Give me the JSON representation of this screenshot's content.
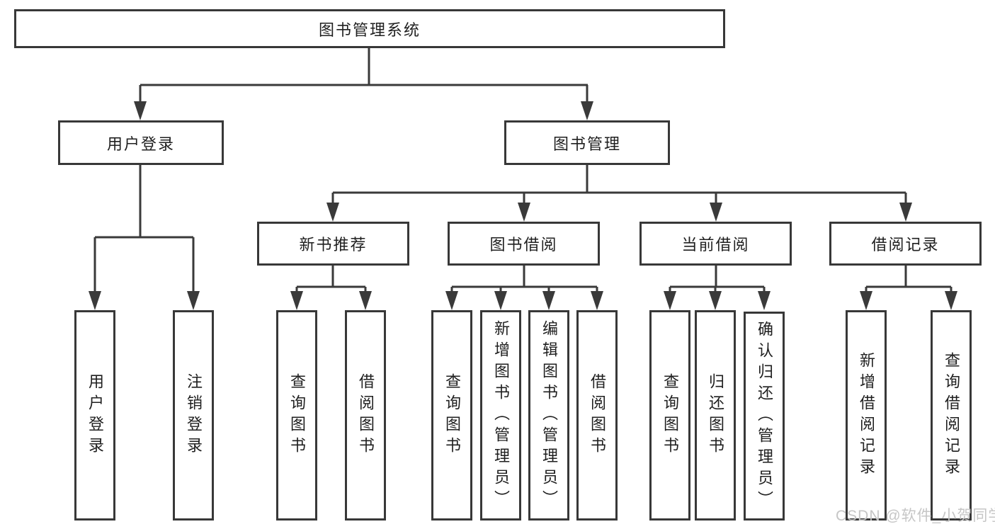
{
  "title": "图书管理系统",
  "watermark": "CSDN @软件_小贺同学",
  "colors": {
    "line": "#3a3a3a",
    "box_border": "#383838",
    "text": "#1f1f1f",
    "watermark": "#c6c6c6",
    "background": "#ffffff"
  },
  "tree": {
    "root": {
      "label": "图书管理系统"
    },
    "branches": [
      {
        "label": "用户登录",
        "children": [
          {
            "label": "用户登录"
          },
          {
            "label": "注销登录"
          }
        ]
      },
      {
        "label": "图书管理",
        "children": [
          {
            "label": "新书推荐",
            "children": [
              {
                "label": "查询图书"
              },
              {
                "label": "借阅图书"
              }
            ]
          },
          {
            "label": "图书借阅",
            "children": [
              {
                "label": "查询图书"
              },
              {
                "label": "新增图书（管理员）"
              },
              {
                "label": "编辑图书（管理员）"
              },
              {
                "label": "借阅图书"
              }
            ]
          },
          {
            "label": "当前借阅",
            "children": [
              {
                "label": "查询图书"
              },
              {
                "label": "归还图书"
              },
              {
                "label": "确认归还（管理员）"
              }
            ]
          },
          {
            "label": "借阅记录",
            "children": [
              {
                "label": "新增借阅记录"
              },
              {
                "label": "查询借阅记录"
              }
            ]
          }
        ]
      }
    ]
  }
}
